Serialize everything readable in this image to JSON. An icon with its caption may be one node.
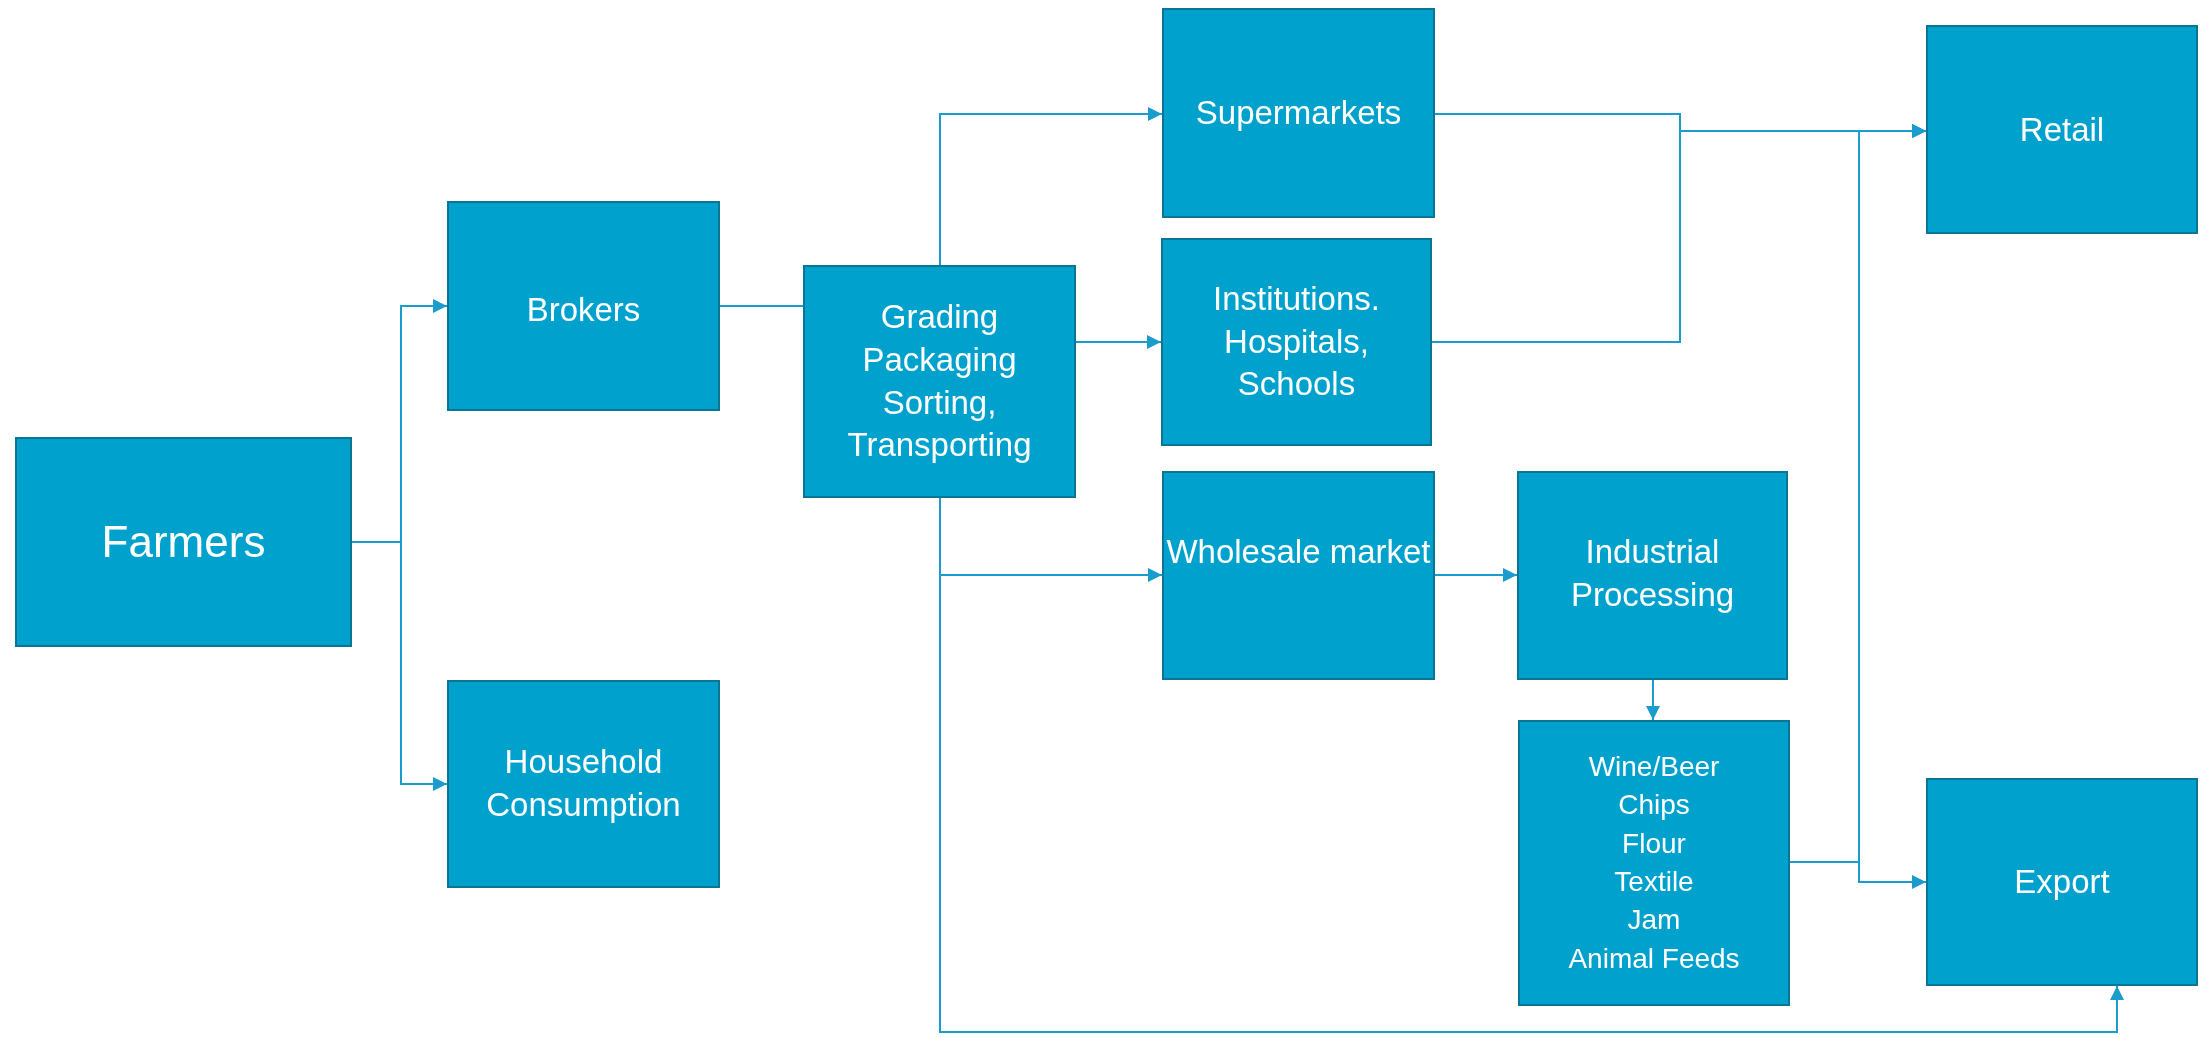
{
  "diagram": {
    "nodes": [
      {
        "text": [
          "Farmers"
        ]
      },
      {
        "text": [
          "Brokers"
        ]
      },
      {
        "text": [
          "Household Consumption"
        ]
      },
      {
        "text": [
          "Grading Packaging Sorting, Transporting"
        ]
      },
      {
        "text": [
          "Supermarkets"
        ]
      },
      {
        "text": [
          "Institutions. Hospitals, Schools"
        ]
      },
      {
        "text": [
          "Wholesale market"
        ]
      },
      {
        "text": [
          "Industrial Processing"
        ]
      },
      {
        "text": [
          "Wine/Beer",
          "Chips",
          "Flour",
          "Textile",
          "Jam",
          "Animal Feeds"
        ]
      },
      {
        "text": [
          "Retail"
        ]
      },
      {
        "text": [
          "Export"
        ]
      }
    ],
    "edges": [
      {
        "from": 0,
        "to": 1,
        "arrow": "to"
      },
      {
        "from": 0,
        "to": 2,
        "arrow": "to"
      },
      {
        "from": 1,
        "to": 3,
        "arrow": "none"
      },
      {
        "from": 3,
        "to": 4,
        "arrow": "to"
      },
      {
        "from": 3,
        "to": 5,
        "arrow": "to"
      },
      {
        "from": 3,
        "to": 6,
        "arrow": "to"
      },
      {
        "from": 3,
        "to": 10,
        "arrow": "to"
      },
      {
        "from": 6,
        "to": 7,
        "arrow": "to"
      },
      {
        "from": 7,
        "to": 8,
        "arrow": "to"
      },
      {
        "from": 4,
        "to": 9,
        "arrow": "to"
      },
      {
        "from": 5,
        "to": 9,
        "arrow": "to"
      },
      {
        "from": 8,
        "to": 9,
        "arrow": "to"
      },
      {
        "from": 8,
        "to": 10,
        "arrow": "to"
      }
    ]
  }
}
